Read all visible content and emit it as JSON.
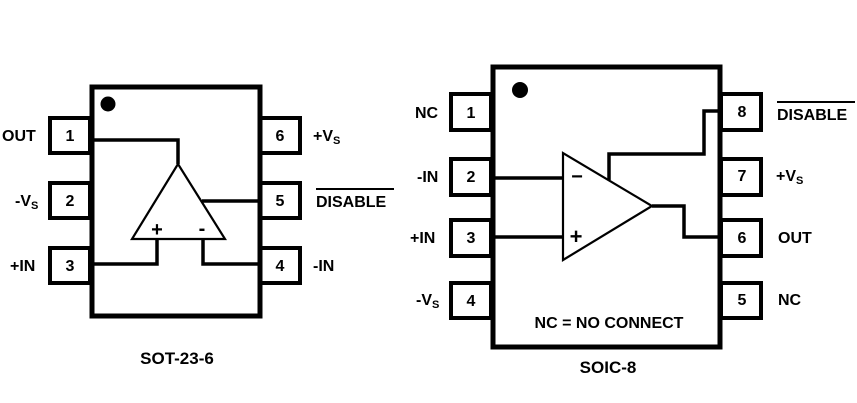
{
  "packages": [
    {
      "name": "SOT-23-6",
      "pins": [
        {
          "number": "1",
          "label": "OUT",
          "side": "left"
        },
        {
          "number": "2",
          "label": "-V",
          "sub": "S",
          "side": "left"
        },
        {
          "number": "3",
          "label": "+IN",
          "side": "left"
        },
        {
          "number": "4",
          "label": "-IN",
          "side": "right"
        },
        {
          "number": "5",
          "label": "DISABLE",
          "overbar": true,
          "side": "right"
        },
        {
          "number": "6",
          "label": "+V",
          "sub": "S",
          "side": "right"
        }
      ],
      "opamp": {
        "plus": "+",
        "minus": "-"
      }
    },
    {
      "name": "SOIC-8",
      "pins": [
        {
          "number": "1",
          "label": "NC",
          "side": "left"
        },
        {
          "number": "2",
          "label": "-IN",
          "side": "left"
        },
        {
          "number": "3",
          "label": "+IN",
          "side": "left"
        },
        {
          "number": "4",
          "label": "-V",
          "sub": "S",
          "side": "left"
        },
        {
          "number": "5",
          "label": "NC",
          "side": "right"
        },
        {
          "number": "6",
          "label": "OUT",
          "side": "right"
        },
        {
          "number": "7",
          "label": "+V",
          "sub": "S",
          "side": "right"
        },
        {
          "number": "8",
          "label": "DISABLE",
          "overbar": true,
          "side": "right"
        }
      ],
      "opamp": {
        "plus": "+",
        "minus": "−"
      },
      "note": "NC = NO CONNECT"
    }
  ]
}
